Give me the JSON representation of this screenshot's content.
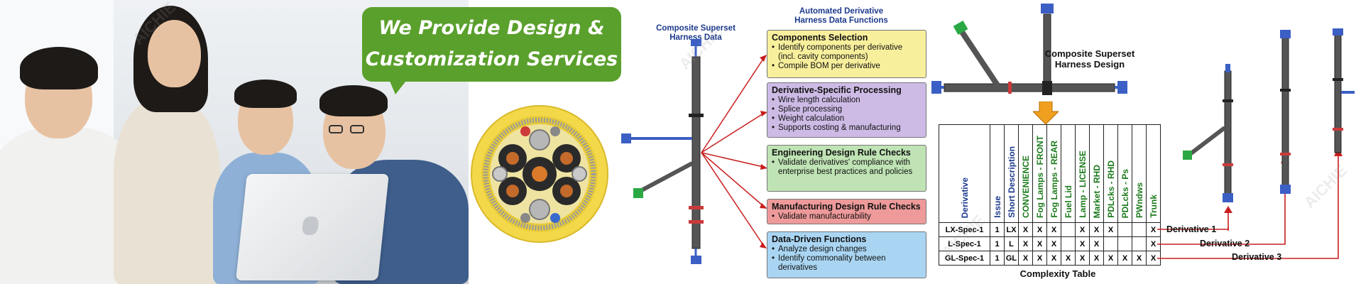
{
  "banner": {
    "line1": "We Provide Design &",
    "line2": "Customization Services"
  },
  "watermark": "AICHIE",
  "diagram": {
    "composite_data_label": "Composite Superset Harness Data",
    "functions_title": "Automated Derivative Harness Data Functions",
    "boxes": [
      {
        "title": "Components Selection",
        "items": [
          "Identify components per derivative (incl. cavity components)",
          "Compile BOM per derivative"
        ],
        "color": "#f8ef9c"
      },
      {
        "title": "Derivative-Specific Processing",
        "items": [
          "Wire length calculation",
          "Splice processing",
          "Weight calculation",
          "Supports costing & manufacturing"
        ],
        "color": "#cdbbe6"
      },
      {
        "title": "Engineering Design Rule Checks",
        "items": [
          "Validate derivatives' compliance with enterprise best practices and policies"
        ],
        "color": "#bfe3b4"
      },
      {
        "title": "Manufacturing Design Rule Checks",
        "items": [
          "Validate manufacturability"
        ],
        "color": "#ee9a9a"
      },
      {
        "title": "Data-Driven Functions",
        "items": [
          "Analyze design changes",
          "Identify commonality between derivatives"
        ],
        "color": "#a9d5f2"
      }
    ]
  },
  "harness": {
    "composite_label": "Composite Superset Harness Design"
  },
  "complexity_table": {
    "caption": "Complexity Table",
    "headers": [
      "Derivative",
      "Issue",
      "Short Description",
      "CONVENIENCE",
      "Fog Lamps - FRONT",
      "Fog Lamps - REAR",
      "Fuel Lid",
      "Lamp - LICENSE",
      "Market - RHD",
      "PDLcks - RHD",
      "PDLcks - Ps",
      "PWndws",
      "Trunk"
    ],
    "rows": [
      [
        "LX-Spec-1",
        "1",
        "LX",
        "X",
        "X",
        "X",
        "",
        "X",
        "X",
        "X",
        "",
        "",
        "X"
      ],
      [
        "L-Spec-1",
        "1",
        "L",
        "X",
        "X",
        "X",
        "",
        "X",
        "X",
        "",
        "",
        "",
        "X"
      ],
      [
        "GL-Spec-1",
        "1",
        "GL",
        "X",
        "X",
        "X",
        "X",
        "X",
        "X",
        "X",
        "X",
        "X",
        "X"
      ]
    ],
    "derivative_labels": [
      "Derivative 1",
      "Derivative 2",
      "Derivative 3"
    ]
  },
  "colors": {
    "bubble": "#5aa02c",
    "arrow": "#c81e1e",
    "label_blue": "#1c3a8c"
  }
}
